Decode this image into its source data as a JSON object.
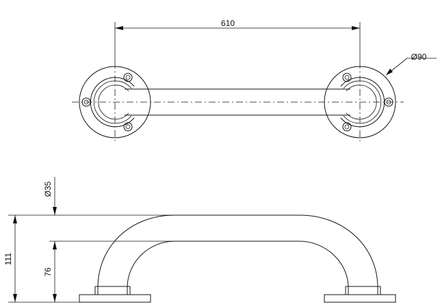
{
  "dimensions": {
    "length": "610",
    "flange_diameter": "Ø90",
    "tube_diameter": "Ø35",
    "total_height": "111",
    "clearance_height": "76"
  }
}
